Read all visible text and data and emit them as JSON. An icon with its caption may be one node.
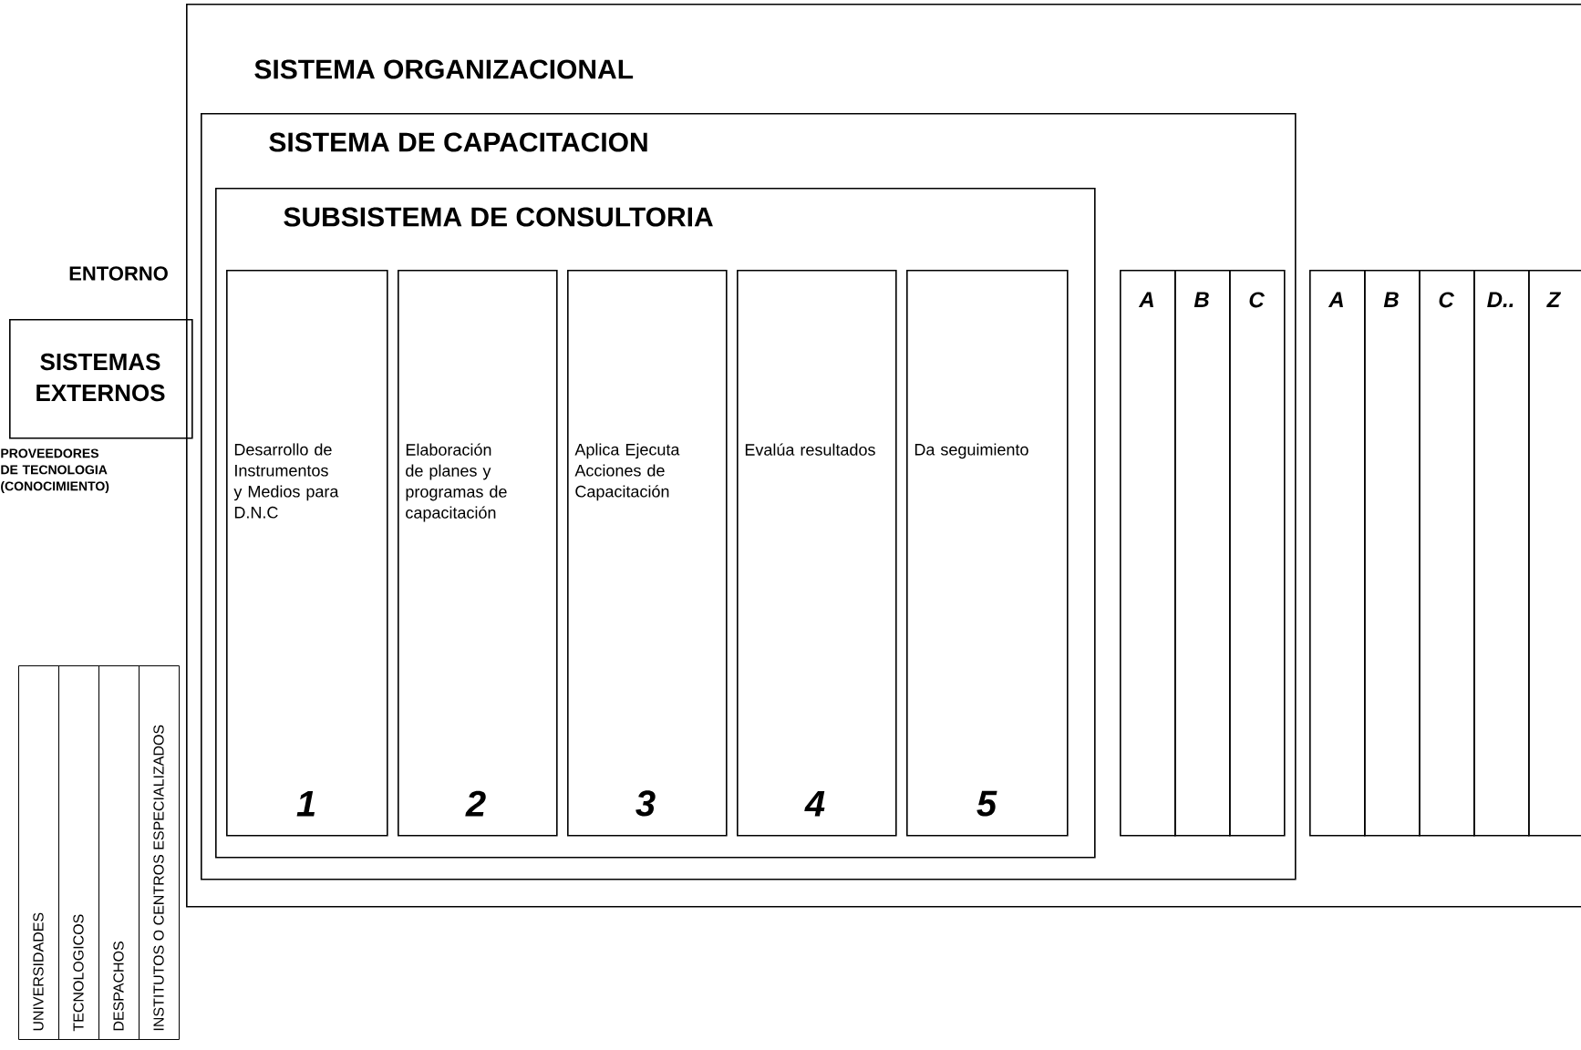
{
  "diagram": {
    "nodes": [
      {
        "text": [
          "SISTEMA ORGANIZACIONAL"
        ]
      },
      {
        "text": [
          "SISTEMA DE CAPACITACION"
        ],
        "in": 0
      },
      {
        "text": [
          "SUBSISTEMA DE CONSULTORIA"
        ],
        "in": 1
      },
      {
        "text": [
          "Desarrollo de Instrumentos y Medios para D.N.C",
          "1"
        ],
        "in": 2
      },
      {
        "text": [
          "Elaboración de planes y programas de capacitación",
          "2"
        ],
        "in": 2
      },
      {
        "text": [
          "Aplica Ejecuta Acciones de Capacitación",
          "3"
        ],
        "in": 2
      },
      {
        "text": [
          "Evalúa resultados",
          "4"
        ],
        "in": 2
      },
      {
        "text": [
          "Da seguimiento",
          "5"
        ],
        "in": 2
      },
      {
        "text": [
          "A"
        ],
        "in": 1
      },
      {
        "text": [
          "B"
        ],
        "in": 1
      },
      {
        "text": [
          "C"
        ],
        "in": 1
      },
      {
        "text": [
          "A"
        ],
        "in": 0
      },
      {
        "text": [
          "B"
        ],
        "in": 0
      },
      {
        "text": [
          "C"
        ],
        "in": 0
      },
      {
        "text": [
          "D.."
        ],
        "in": 0
      },
      {
        "text": [
          "Z"
        ],
        "in": 0
      },
      {
        "text": [
          "SISTEMAS EXTERNOS"
        ],
        "beside": [
          "PROVEEDORES DE TECNOLOGIA (CONOCIMIENTO)"
        ]
      },
      {
        "text": [
          "UNIVERSIDADES"
        ]
      },
      {
        "text": [
          "TECNOLOGICOS"
        ]
      },
      {
        "text": [
          "DESPACHOS"
        ]
      },
      {
        "text": [
          "INSTITUTOS O CENTROS ESPECIALIZADOS"
        ]
      }
    ],
    "labels": [
      "ENTORNO"
    ]
  }
}
